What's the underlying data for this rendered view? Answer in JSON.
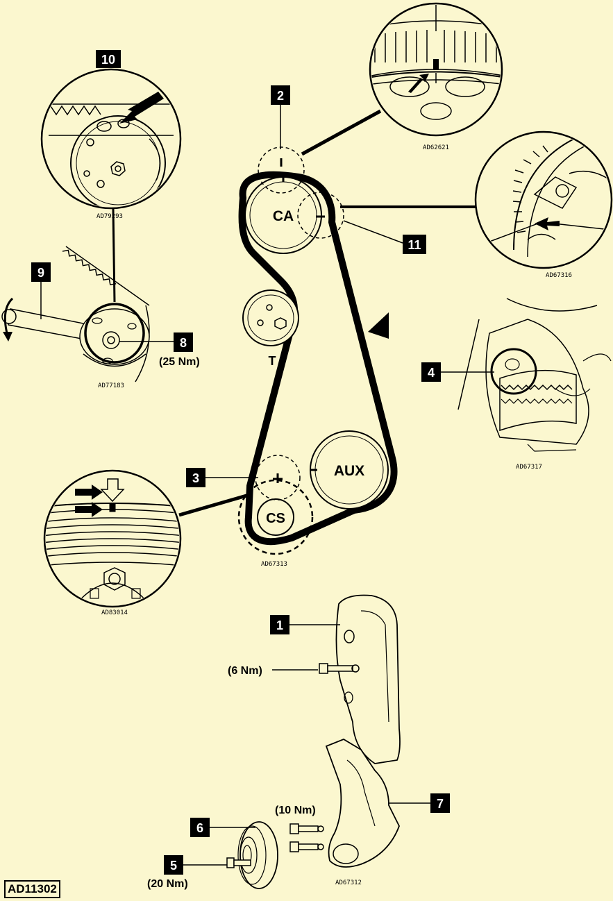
{
  "figure": {
    "id": "AD11302"
  },
  "pulleys": {
    "camshaft": "CA",
    "tensioner": "T",
    "auxiliary": "AUX",
    "crankshaft": "CS"
  },
  "callouts": [
    "1",
    "2",
    "3",
    "4",
    "5",
    "6",
    "7",
    "8",
    "9",
    "10",
    "11"
  ],
  "torques": {
    "item8": "(25 Nm)",
    "item1_bolt": "(6 Nm)",
    "item7_bolts": "(10 Nm)",
    "item5": "(20 Nm)"
  },
  "detail_refs": {
    "cam_mark_top": "AD62621",
    "cam_mark_side": "AD67316",
    "tensioner_top": "AD79293",
    "tensioner_tool": "AD77183",
    "aux_mark": "AD67317",
    "crank_pulley": "AD83014",
    "main_layout": "AD67313",
    "covers": "AD67312"
  },
  "icons": [
    "direction-arrow-icon",
    "rotation-arrow-icon",
    "bolt-icon"
  ]
}
